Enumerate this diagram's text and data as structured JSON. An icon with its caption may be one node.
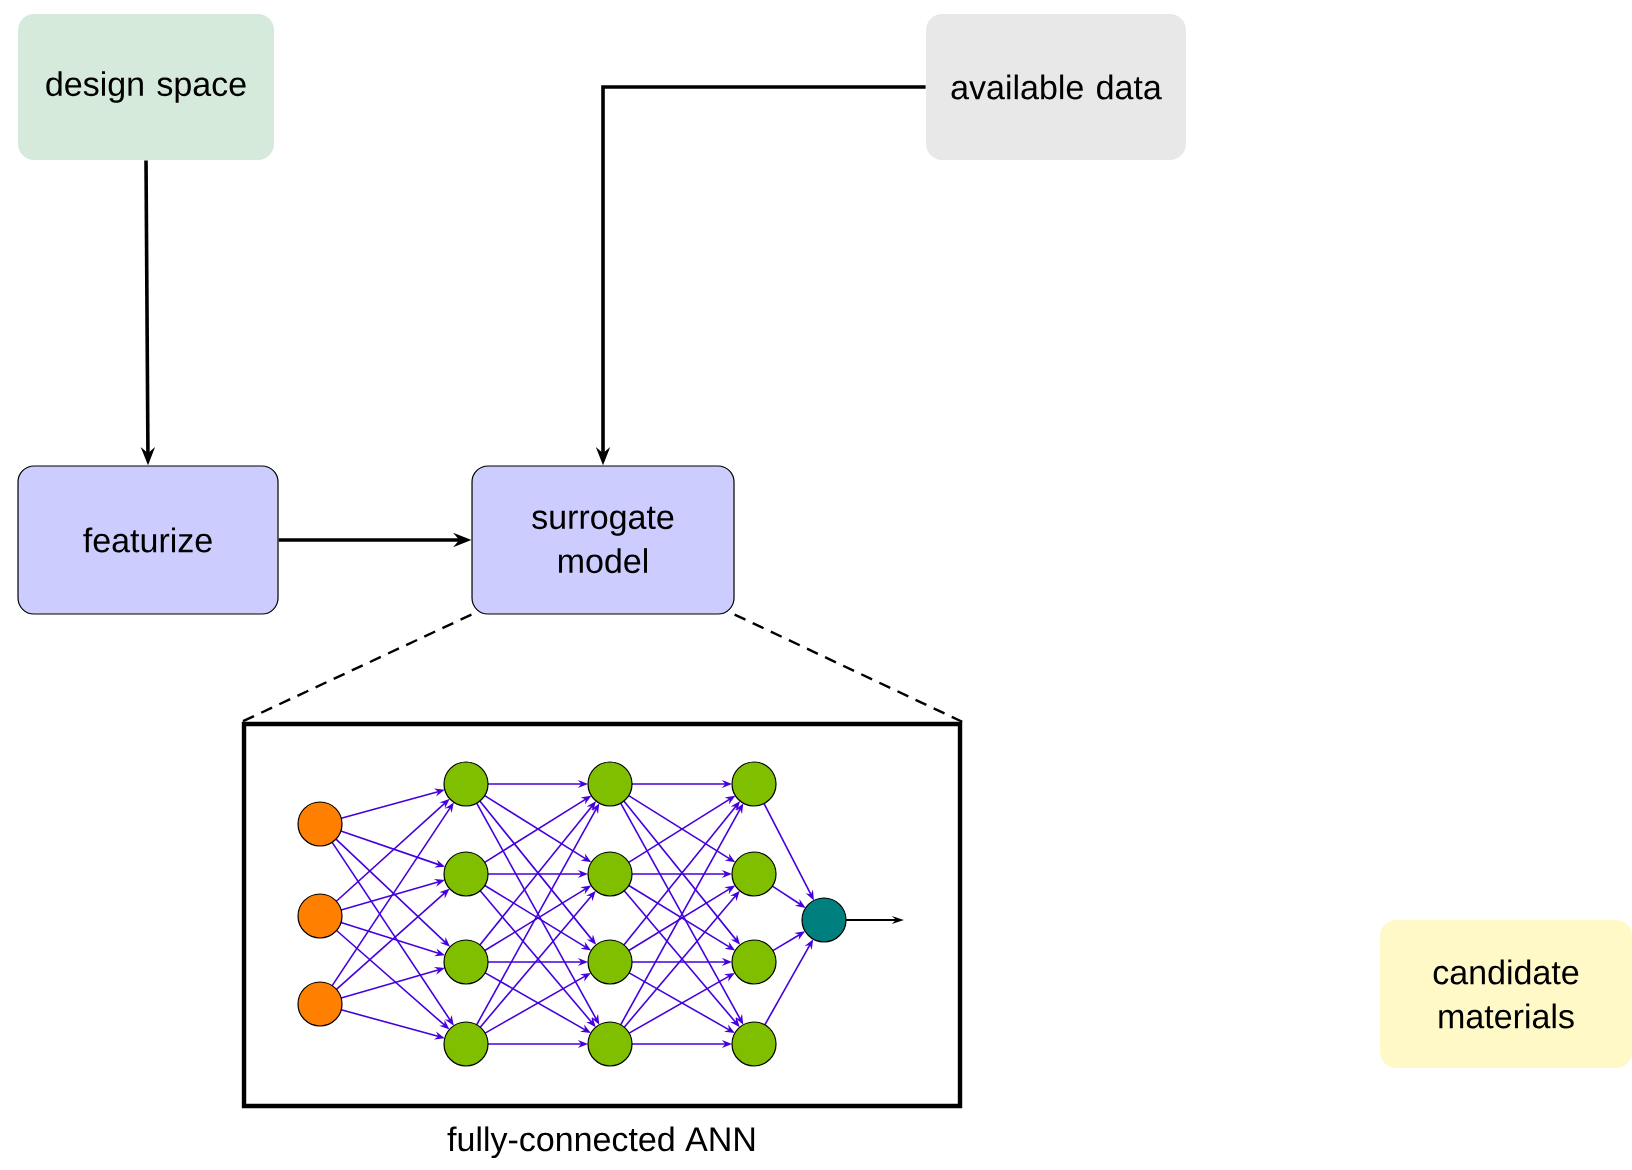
{
  "diagram": {
    "nodes": [
      {
        "text": [
          "design space"
        ]
      },
      {
        "text": [
          "available data"
        ]
      },
      {
        "text": [
          "featurize"
        ]
      },
      {
        "text": [
          "surrogate model"
        ]
      },
      {
        "text": [
          "fully-connected ANN"
        ]
      },
      {
        "text": [
          "candidate materials"
        ]
      }
    ],
    "edges": [
      {
        "from": 0,
        "to": 2,
        "arrow": "to"
      },
      {
        "from": 1,
        "to": 3,
        "arrow": "to"
      },
      {
        "from": 2,
        "to": 3,
        "arrow": "to"
      },
      {
        "from": 3,
        "to": 4,
        "arrow": "none",
        "style": "dashed"
      },
      {
        "from": 3,
        "to": 4,
        "arrow": "none",
        "style": "dashed"
      }
    ]
  }
}
